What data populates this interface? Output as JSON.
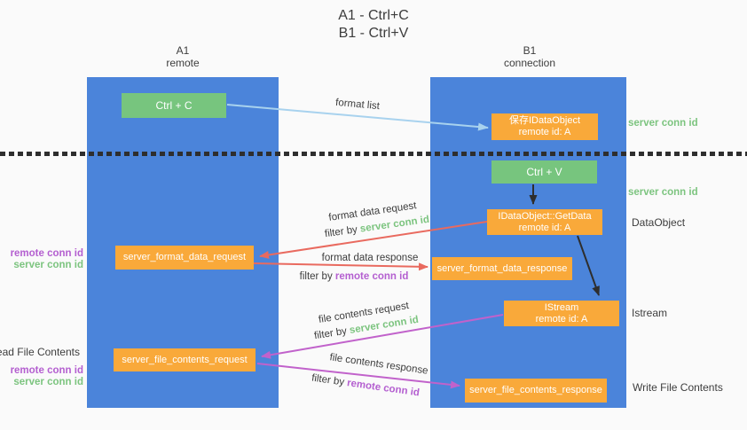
{
  "title": {
    "line1": "A1 - Ctrl+C",
    "line2": "B1 - Ctrl+V"
  },
  "lifelines": {
    "left": {
      "name": "A1",
      "role": "remote"
    },
    "right": {
      "name": "B1",
      "role": "connection"
    }
  },
  "boxes": {
    "ctrl_c": "Ctrl + C",
    "ctrl_v": "Ctrl + V",
    "save_idataobject": {
      "title": "保存IDataObject",
      "subtitle": "remote id: A"
    },
    "idataobject_getdata": {
      "title": "IDataObject::GetData",
      "subtitle": "remote id: A"
    },
    "istream": {
      "title": "IStream",
      "subtitle": "remote id: A"
    },
    "server_format_data_request": "server_format_data_request",
    "server_format_data_response": "server_format_data_response",
    "server_file_contents_request": "server_file_contents_request",
    "server_file_contents_response": "server_file_contents_response"
  },
  "arrow_labels": {
    "format_list": "format list",
    "format_data_request": "format data request",
    "format_data_response": "format data response",
    "file_contents_request": "file contents request",
    "file_contents_response": "file contents response",
    "filter_by": "filter by"
  },
  "side_labels": {
    "server_conn_id": "server conn id",
    "remote_conn_id": "remote conn id",
    "dataobject": "DataObject",
    "istream": "Istream",
    "read_file_contents": "Read File Contents",
    "write_file_contents": "Write File Contents"
  },
  "colors": {
    "lifeline_blue": "#4b84da",
    "box_green": "#77c57e",
    "box_orange": "#f9a93a",
    "arrow_salmon": "#e96a5f",
    "arrow_orchid": "#c162cb",
    "arrow_lightblue": "#a8d2ee",
    "arrow_black": "#2e2e2e",
    "text_green": "#7cc47f",
    "text_purple": "#b45fd0",
    "text_dark": "#3d3d3d"
  }
}
